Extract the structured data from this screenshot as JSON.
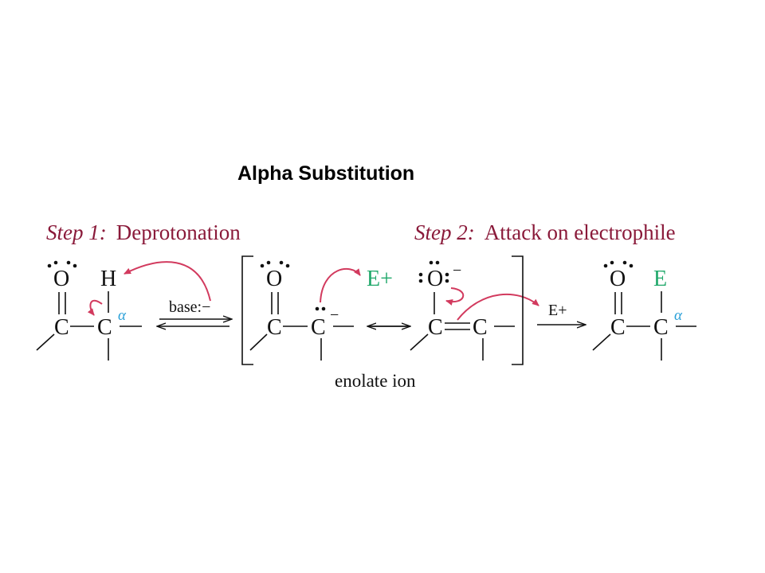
{
  "title": "Alpha Substitution",
  "steps": {
    "step1": {
      "label": "Step 1:",
      "name": "Deprotonation"
    },
    "step2": {
      "label": "Step 2:",
      "name": "Attack on electrophile"
    }
  },
  "atoms": {
    "oxygen": "O",
    "carbon": "C",
    "hydrogen": "H",
    "electrophile": "E",
    "electrophile_ion": "E+",
    "alpha": "α",
    "minus": "−"
  },
  "reagent": "base:−",
  "enolate_label": "enolate ion",
  "colors": {
    "title": "#000000",
    "step_text": "#8a1a3a",
    "arrow": "#d23a5e",
    "electrophile": "#1fa86a",
    "alpha": "#2aa0d8"
  }
}
